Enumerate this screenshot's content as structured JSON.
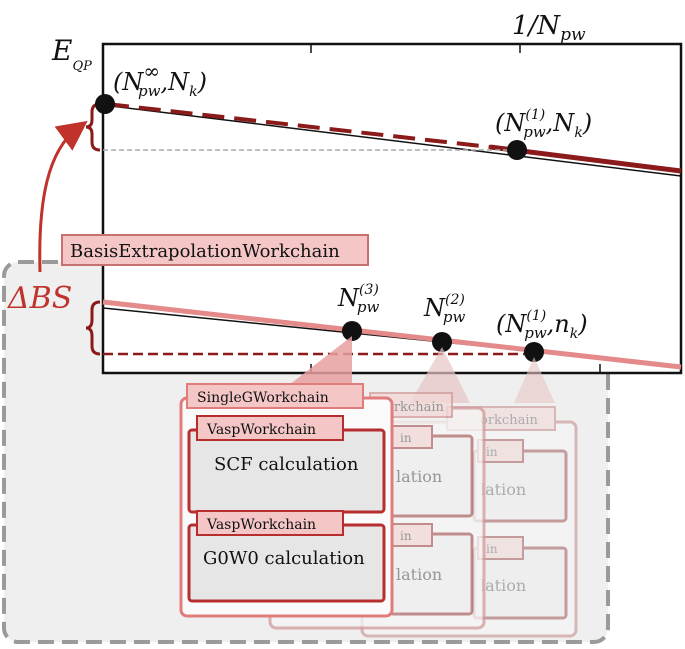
{
  "axes": {
    "y_label_main": "E",
    "y_label_sub": "QP",
    "x_label": "1/N",
    "x_label_sub": "pw"
  },
  "points": {
    "p_inf": {
      "main": "(N",
      "sub": "pw",
      "sup": "∞",
      "tail": ",N",
      "tail_sub": "k",
      "close": ")"
    },
    "p_top1": {
      "main": "(N",
      "sub": "pw",
      "sup": "(1)",
      "tail": ",N",
      "tail_sub": "k",
      "close": ")"
    },
    "p3": {
      "main": "N",
      "sub": "pw",
      "sup": "(3)"
    },
    "p2": {
      "main": "N",
      "sub": "pw",
      "sup": "(2)"
    },
    "p_bot1": {
      "main": "(N",
      "sub": "pw",
      "sup": "(1)",
      "tail": ",n",
      "tail_sub": "k",
      "close": ")"
    }
  },
  "delta_bs": "ΔBS",
  "workchains": {
    "basis": "BasisExtrapolationWorkchain",
    "single_g": "SingleGWorkchain",
    "vasp_scf": "VaspWorkchain",
    "scf_calc": "SCF calculation",
    "vasp_g0w0": "VaspWorkchain",
    "g0w0_calc": "G0W0 calculation",
    "ghost_workchain": "orkchain",
    "ghost_calc": "lation",
    "ghost_vasp": "in"
  },
  "colors": {
    "dark_red": "#8b1a1a",
    "pink": "#e58a8a",
    "label_bg": "#f4c6c6",
    "gray_box": "#9a9a9a"
  }
}
